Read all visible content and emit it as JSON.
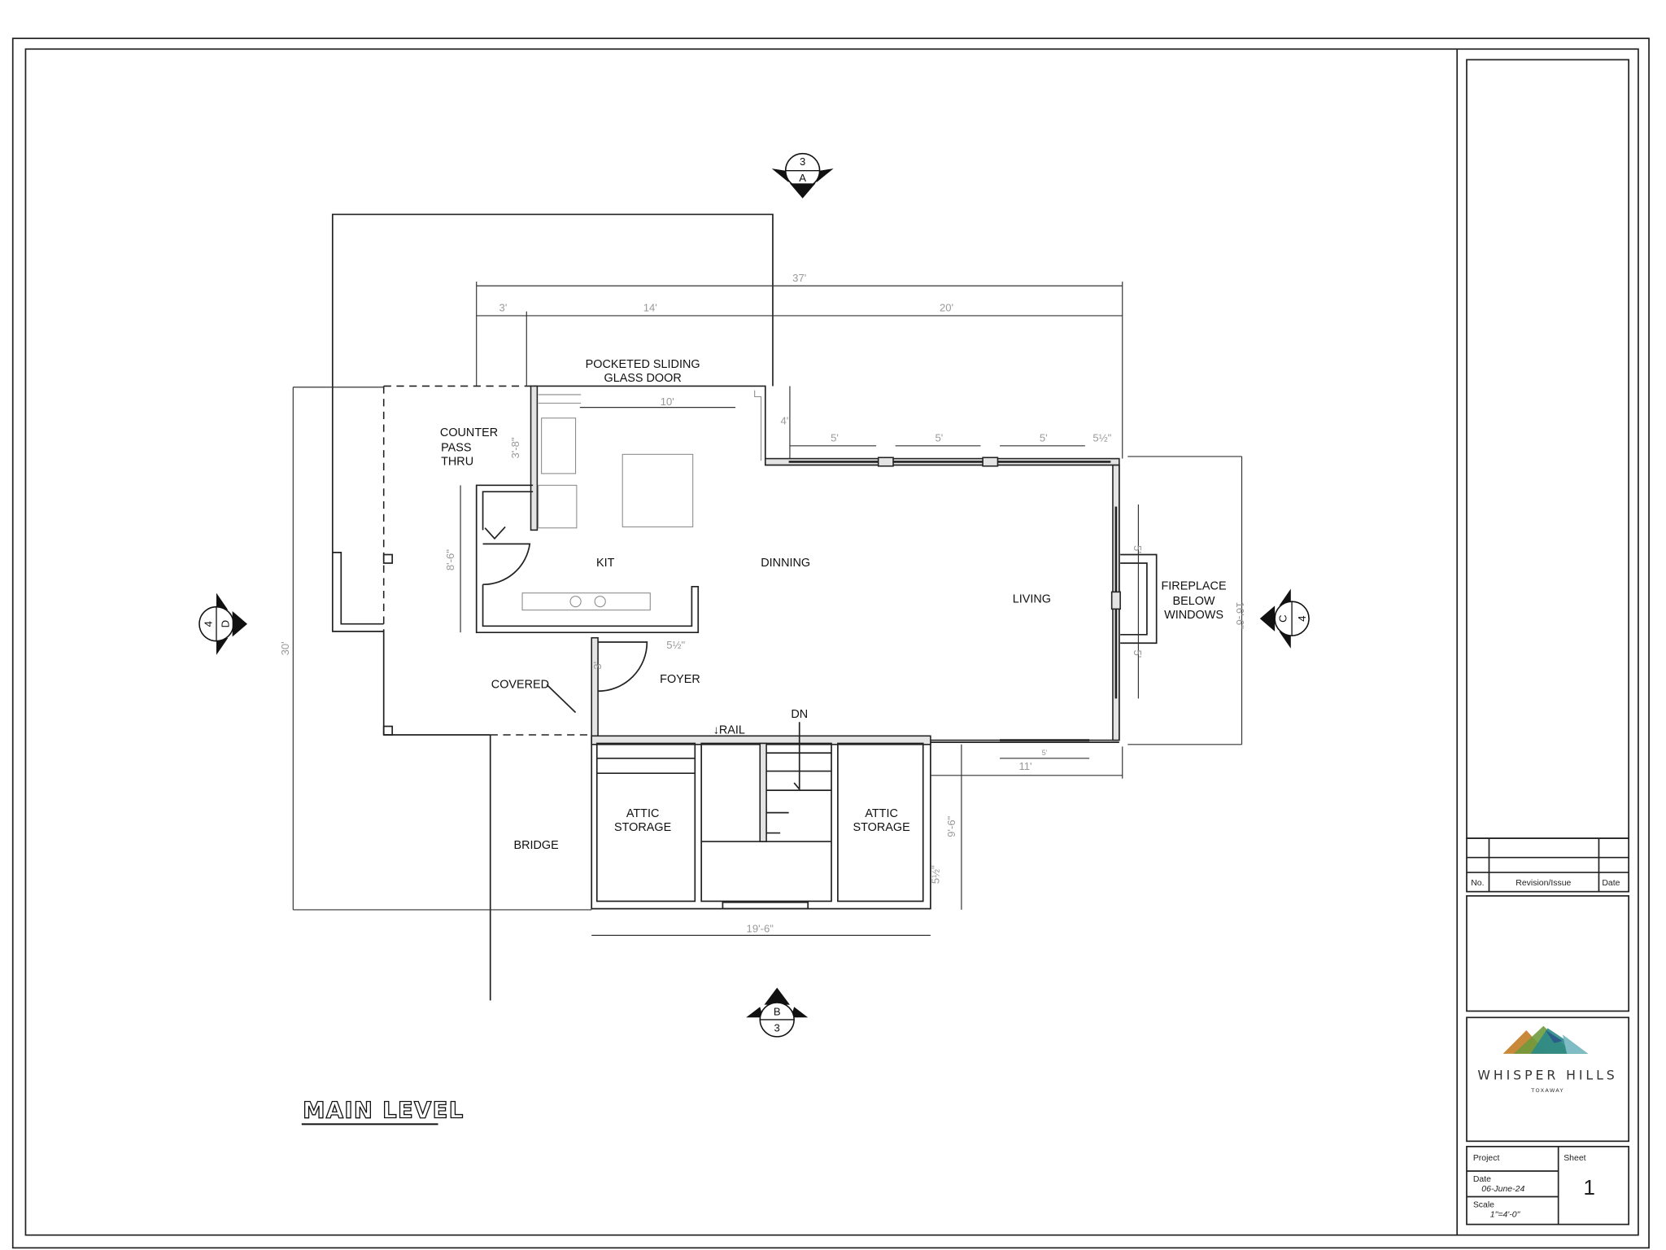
{
  "sheet_title": "MAIN LEVEL",
  "rooms": {
    "counter_pass_thru": [
      "COUNTER",
      "PASS",
      "THRU"
    ],
    "pocketed_door": [
      "POCKETED SLIDING",
      "GLASS DOOR"
    ],
    "kitchen": "KIT",
    "dining": "DINNING",
    "living": "LIVING",
    "fireplace": [
      "FIREPLACE",
      "BELOW",
      "WINDOWS"
    ],
    "foyer": "FOYER",
    "covered": "COVERED",
    "rail": "↓RAIL",
    "down": "DN",
    "attic_storage_left": [
      "ATTIC",
      "STORAGE"
    ],
    "attic_storage_right": [
      "ATTIC",
      "STORAGE"
    ],
    "bridge": "BRIDGE"
  },
  "dimensions": {
    "overall_width": "37'",
    "seg_3": "3'",
    "seg_14": "14'",
    "seg_20": "20'",
    "counter_10": "10'",
    "step_4": "4'",
    "window_5a": "5'",
    "window_5b": "5'",
    "window_5c": "5'",
    "wall_top": "5½\"",
    "counter_3_8": "3'-8\"",
    "kitchen_depth": "8'-6\"",
    "overall_depth": "30'",
    "wall_kit": "5½\"",
    "door_3": "3'",
    "living_depth": "16'-6\"",
    "fire_5a": "5'",
    "fire_5b": "5'",
    "wing_width": "19'-6\"",
    "wing_depth": "9'-6\"",
    "wall_wing": "5½\"",
    "rear_11": "11'",
    "rear_window_5": "5'"
  },
  "section_markers": {
    "top": {
      "num": "3",
      "letter": "A"
    },
    "bottom": {
      "letter": "B",
      "num": "3"
    },
    "left": {
      "num": "4",
      "letter": "D"
    },
    "right": {
      "letter": "C",
      "num": "4"
    }
  },
  "title_block": {
    "revision_headers": [
      "No.",
      "Revision/Issue",
      "Date"
    ],
    "logo_name": "WHISPER HILLS",
    "logo_sub": "TOXAWAY",
    "project_label": "Project",
    "sheet_label": "Sheet",
    "sheet_number": "1",
    "date_label": "Date",
    "date_value": "06-June-24",
    "scale_label": "Scale",
    "scale_value": "1\"=4'-0\""
  },
  "colors": {
    "logo_orange": "#c8893a",
    "logo_green": "#6f9a3c",
    "logo_teal": "#2a8a8a",
    "logo_blue": "#2b5d8a",
    "logo_light": "#7fbcc4"
  }
}
